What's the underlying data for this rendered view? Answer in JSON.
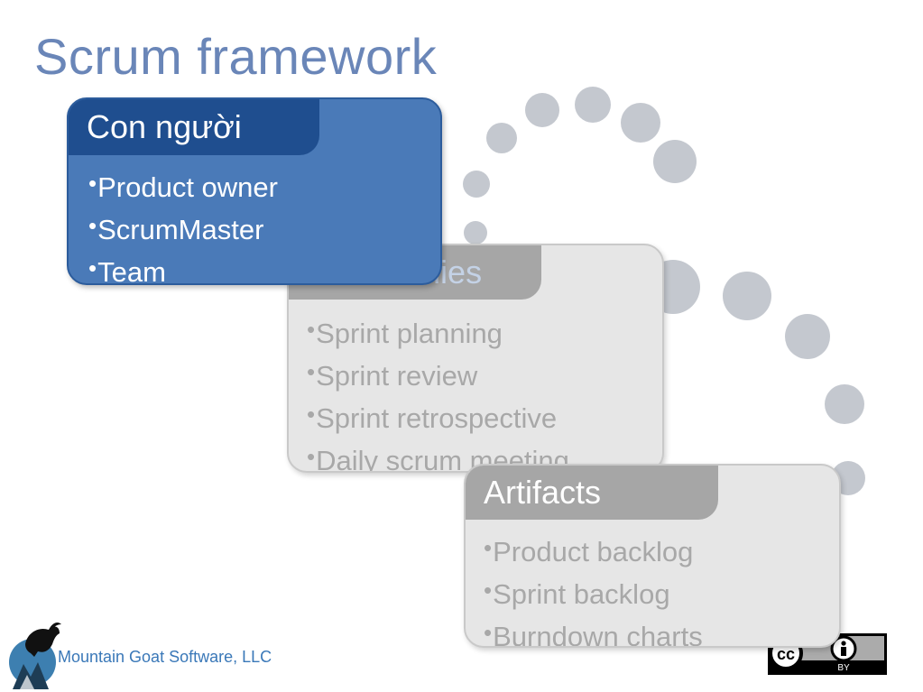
{
  "slide": {
    "title": "Scrum framework",
    "roles": {
      "header": "Con người",
      "items": [
        "Product owner",
        "ScrumMaster",
        "Team"
      ]
    },
    "ceremonies": {
      "header": "Ceremonies",
      "items": [
        "Sprint planning",
        "Sprint review",
        "Sprint retrospective",
        "Daily scrum meeting"
      ]
    },
    "artifacts": {
      "header": "Artifacts",
      "items": [
        "Product backlog",
        "Sprint backlog",
        "Burndown charts"
      ]
    },
    "bullet": "•"
  },
  "footer": {
    "company": "Mountain Goat Software, LLC"
  },
  "license": {
    "badge_left": "cc",
    "badge_right": "BY",
    "icon": "creative-commons-by-icon"
  },
  "colors": {
    "title": "#6a86b8",
    "roles_bg": "#4a7ab8",
    "roles_header": "#1f4e8f",
    "card_gray": "#e6e6e6",
    "header_gray": "#a6a6a6",
    "dots": "#c4c8cf"
  }
}
